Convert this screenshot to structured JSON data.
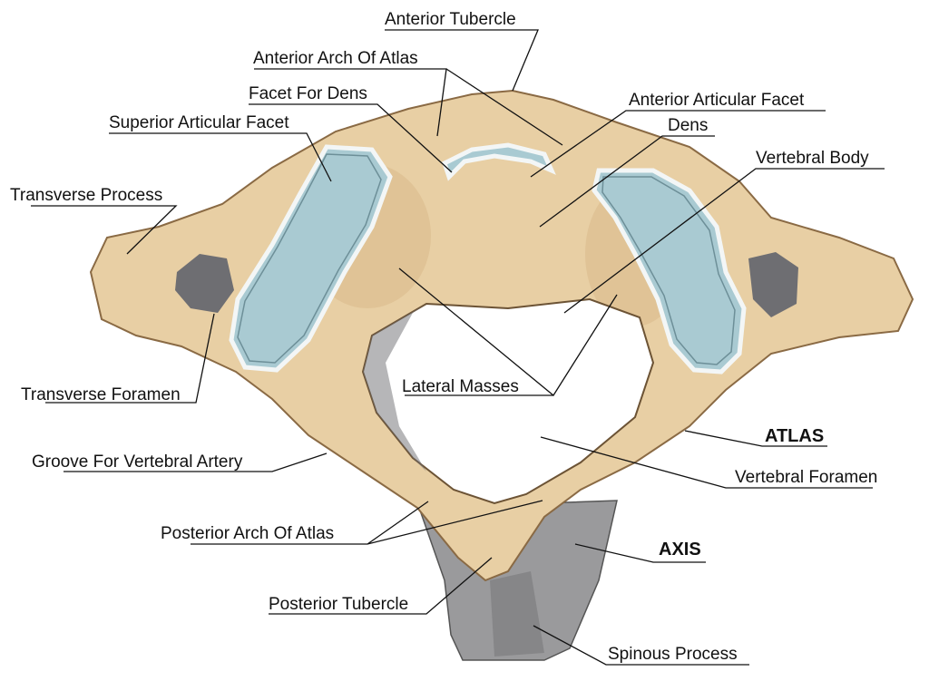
{
  "labels": {
    "anterior_tubercle": "Anterior Tubercle",
    "anterior_arch_of_atlas": "Anterior Arch Of Atlas",
    "facet_for_dens": "Facet For Dens",
    "anterior_articular_facet": "Anterior Articular Facet",
    "superior_articular_facet": "Superior Articular Facet",
    "dens": "Dens",
    "vertebral_body": "Vertebral Body",
    "transverse_process": "Transverse Process",
    "transverse_foramen": "Transverse Foramen",
    "lateral_masses": "Lateral Masses",
    "atlas": "ATLAS",
    "groove_for_vertebral_artery": "Groove For Vertebral Artery",
    "vertebral_foramen": "Vertebral Foramen",
    "posterior_arch_of_atlas": "Posterior Arch Of Atlas",
    "axis": "AXIS",
    "posterior_tubercle": "Posterior Tubercle",
    "spinous_process": "Spinous Process"
  },
  "colors": {
    "bone": "#e8cfa4",
    "cartilage": "#a9cad2",
    "axis_bone": "#9a9a9c",
    "label_text": "#111111"
  }
}
